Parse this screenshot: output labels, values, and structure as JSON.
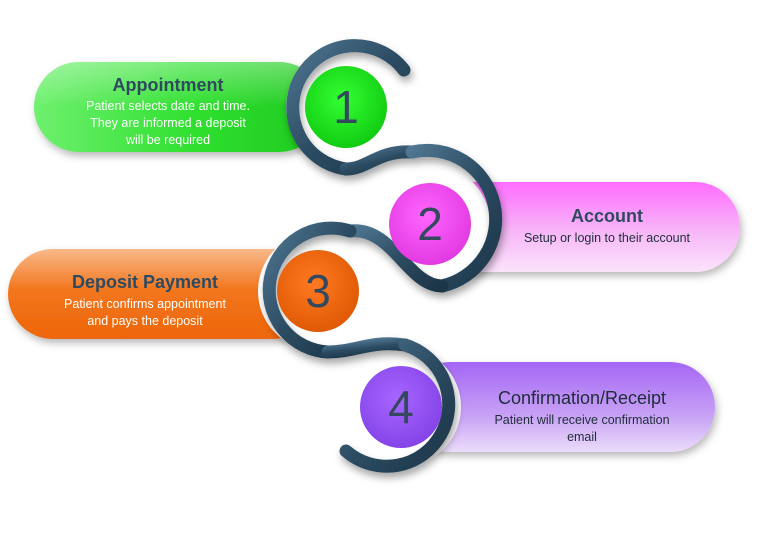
{
  "steps": [
    {
      "number": "1",
      "title": "Appointment",
      "lines": [
        "Patient selects date and time.",
        "They are informed a deposit",
        "will be required"
      ],
      "color": "#22dd22"
    },
    {
      "number": "2",
      "title": "Account",
      "lines": [
        "Setup or login to their account"
      ],
      "color": "#ff55ff"
    },
    {
      "number": "3",
      "title": "Deposit Payment",
      "lines": [
        "Patient confirms appointment",
        "and pays the deposit"
      ],
      "color": "#f06a10"
    },
    {
      "number": "4",
      "title": "Confirmation/Receipt",
      "lines": [
        "Patient will receive confirmation",
        "email"
      ],
      "color": "#9a55ee"
    }
  ],
  "colors": {
    "ring": "#2e4f66",
    "number_text": "#34495e"
  }
}
